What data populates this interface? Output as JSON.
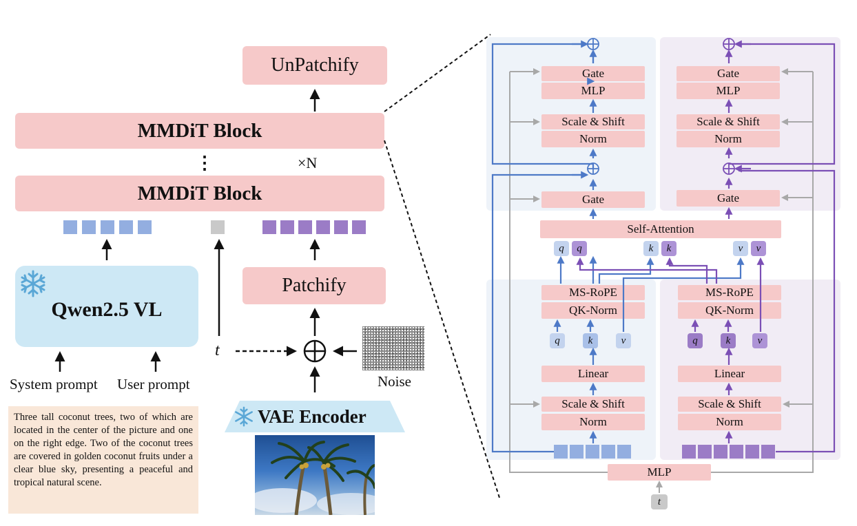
{
  "left": {
    "unpatchify": "UnPatchify",
    "mmdit_top": "MMDiT Block",
    "mmdit_bottom": "MMDiT Block",
    "dots": "⋮",
    "repeat": "×N",
    "qwen": "Qwen2.5 VL",
    "patchify": "Patchify",
    "vae": "VAE Encoder",
    "system_prompt": "System prompt",
    "user_prompt": "User prompt",
    "t": "t",
    "noise": "Noise",
    "caption": "Three tall coconut trees, two of which are located in the center of the picture and one on the right edge. Two of the coconut trees are covered in golden coconut fruits under a clear blue sky, presenting a peaceful and tropical natural scene."
  },
  "right": {
    "gate": "Gate",
    "mlp": "MLP",
    "scale_shift": "Scale & Shift",
    "norm": "Norm",
    "self_attention": "Self-Attention",
    "ms_rope": "MS-RoPE",
    "qk_norm": "QK-Norm",
    "linear": "Linear",
    "q": "q",
    "k": "k",
    "v": "v",
    "mlp_bottom": "MLP",
    "t": "t"
  },
  "colors": {
    "box_pink": "#f6c9c9",
    "blue": "#4d79c7",
    "purple": "#7b4fb5",
    "panel_blue": "#eef3f9",
    "panel_purple": "#f1ecf5",
    "qwen_bg": "#cde8f5"
  },
  "icons": [
    "snowflake-icon",
    "oplus-icon"
  ]
}
